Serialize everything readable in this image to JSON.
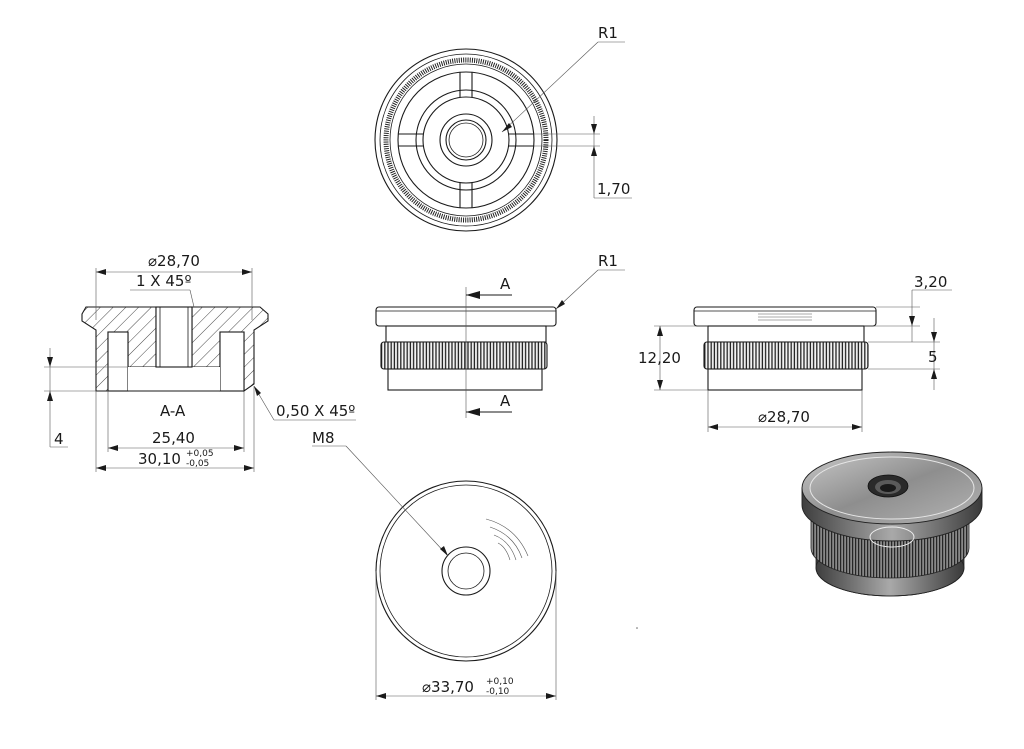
{
  "drawing": {
    "top_view": {
      "radius_label": "R1",
      "rib_width_label": "1,70"
    },
    "front_view": {
      "radius_label": "R1",
      "section_marker_top": "A",
      "section_marker_bottom": "A"
    },
    "section_view": {
      "diameter_label": "⌀28,70",
      "chamfer_top_label": "1 X 45º",
      "section_label": "A-A",
      "chamfer_bottom_label": "0,50 X 45º",
      "depth_label": "4",
      "inner_width_label": "25,40",
      "outer_width_label": "30,10",
      "outer_width_tol_plus": "+0,05",
      "outer_width_tol_minus": "-0,05"
    },
    "side_view": {
      "height_label": "12,20",
      "flange_label": "3,20",
      "knurl_label": "5",
      "diameter_label": "⌀28,70"
    },
    "bottom_view": {
      "thread_label": "M8",
      "diameter_label": "⌀33,70",
      "diameter_tol_plus": "+0,10",
      "diameter_tol_minus": "-0,10"
    }
  }
}
